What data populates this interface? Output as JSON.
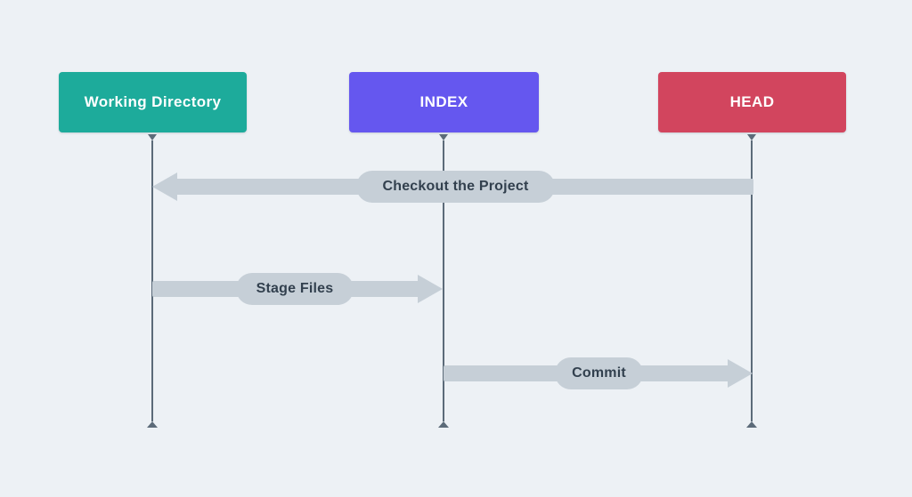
{
  "diagram": {
    "type": "git-workflow-sequence-diagram",
    "background_color": "#edf1f5",
    "actors": [
      {
        "id": "working-directory",
        "label": "Working Directory",
        "color": "#1dab9b"
      },
      {
        "id": "index",
        "label": "INDEX",
        "color": "#6557ef"
      },
      {
        "id": "head",
        "label": "HEAD",
        "color": "#d2455e"
      }
    ],
    "messages": [
      {
        "label": "Checkout the Project",
        "from": "head",
        "to": "working-directory",
        "direction": "left"
      },
      {
        "label": "Stage Files",
        "from": "working-directory",
        "to": "index",
        "direction": "right"
      },
      {
        "label": "Commit",
        "from": "index",
        "to": "head",
        "direction": "right"
      }
    ],
    "colors": {
      "arrow_band": "#c6cfd7",
      "arrow_label_text": "#32404e",
      "lifeline": "#5c6b79",
      "actor_label_text": "#ffffff"
    }
  }
}
